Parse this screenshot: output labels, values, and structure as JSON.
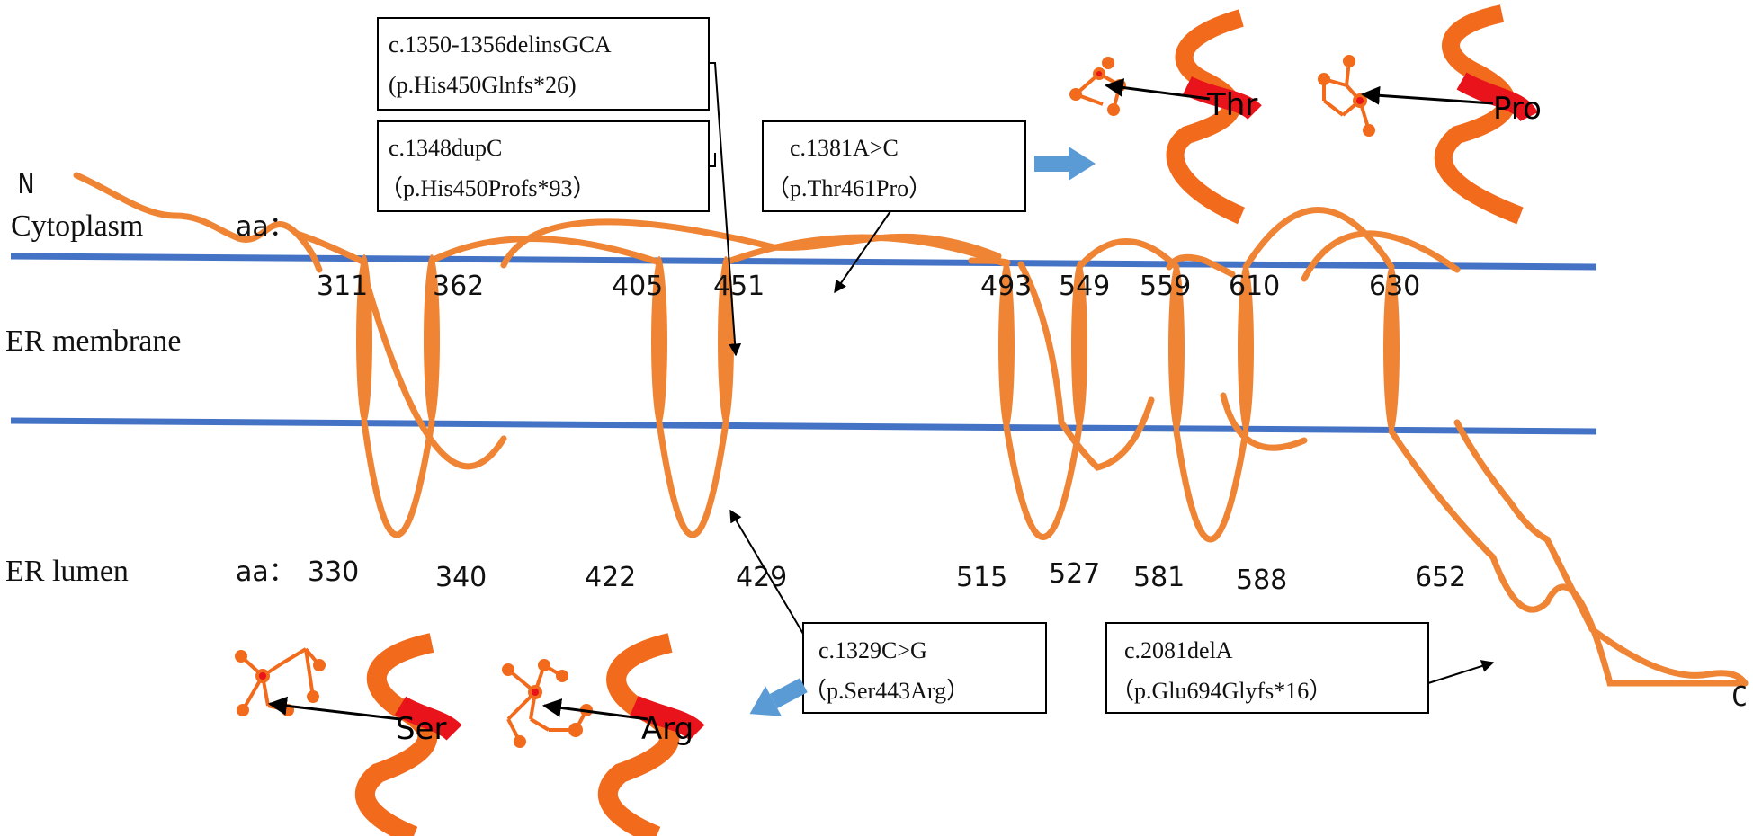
{
  "terminals": {
    "n": "N",
    "c": "C"
  },
  "regions": {
    "cytoplasm": "Cytoplasm",
    "membrane": "ER membrane",
    "lumen": "ER lumen"
  },
  "aa_prefix": {
    "top": "aa：",
    "bottom": "aa："
  },
  "residues_top": [
    "311",
    "362",
    "405",
    "451",
    "493",
    "549",
    "559",
    "610",
    "630"
  ],
  "residues_bottom": [
    "330",
    "340",
    "422",
    "429",
    "515",
    "527",
    "581",
    "588",
    "652"
  ],
  "mutations": [
    {
      "line1": "c.1350-1356delinsGCA",
      "line2": "(p.His450Glnfs*26)"
    },
    {
      "line1": "c.1348dupC",
      "line2": "（p.His450Profs*93）"
    },
    {
      "line1": "c.1381A>C",
      "line2": "（p.Thr461Pro）"
    },
    {
      "line1": "c.1329C>G",
      "line2": "（p.Ser443Arg）"
    },
    {
      "line1": "c.2081delA",
      "line2": "（p.Glu694Glyfs*16）"
    }
  ],
  "structures": {
    "top_wild": "Thr",
    "top_mutant": "Pro",
    "bottom_wild": "Ser",
    "bottom_mutant": "Arg"
  },
  "colors": {
    "protein": "#ef8434",
    "membrane": "#4472c4",
    "arrow_fill": "#5b9bd5",
    "helix": "#f26a1b",
    "helix_highlight": "#e8131b"
  }
}
